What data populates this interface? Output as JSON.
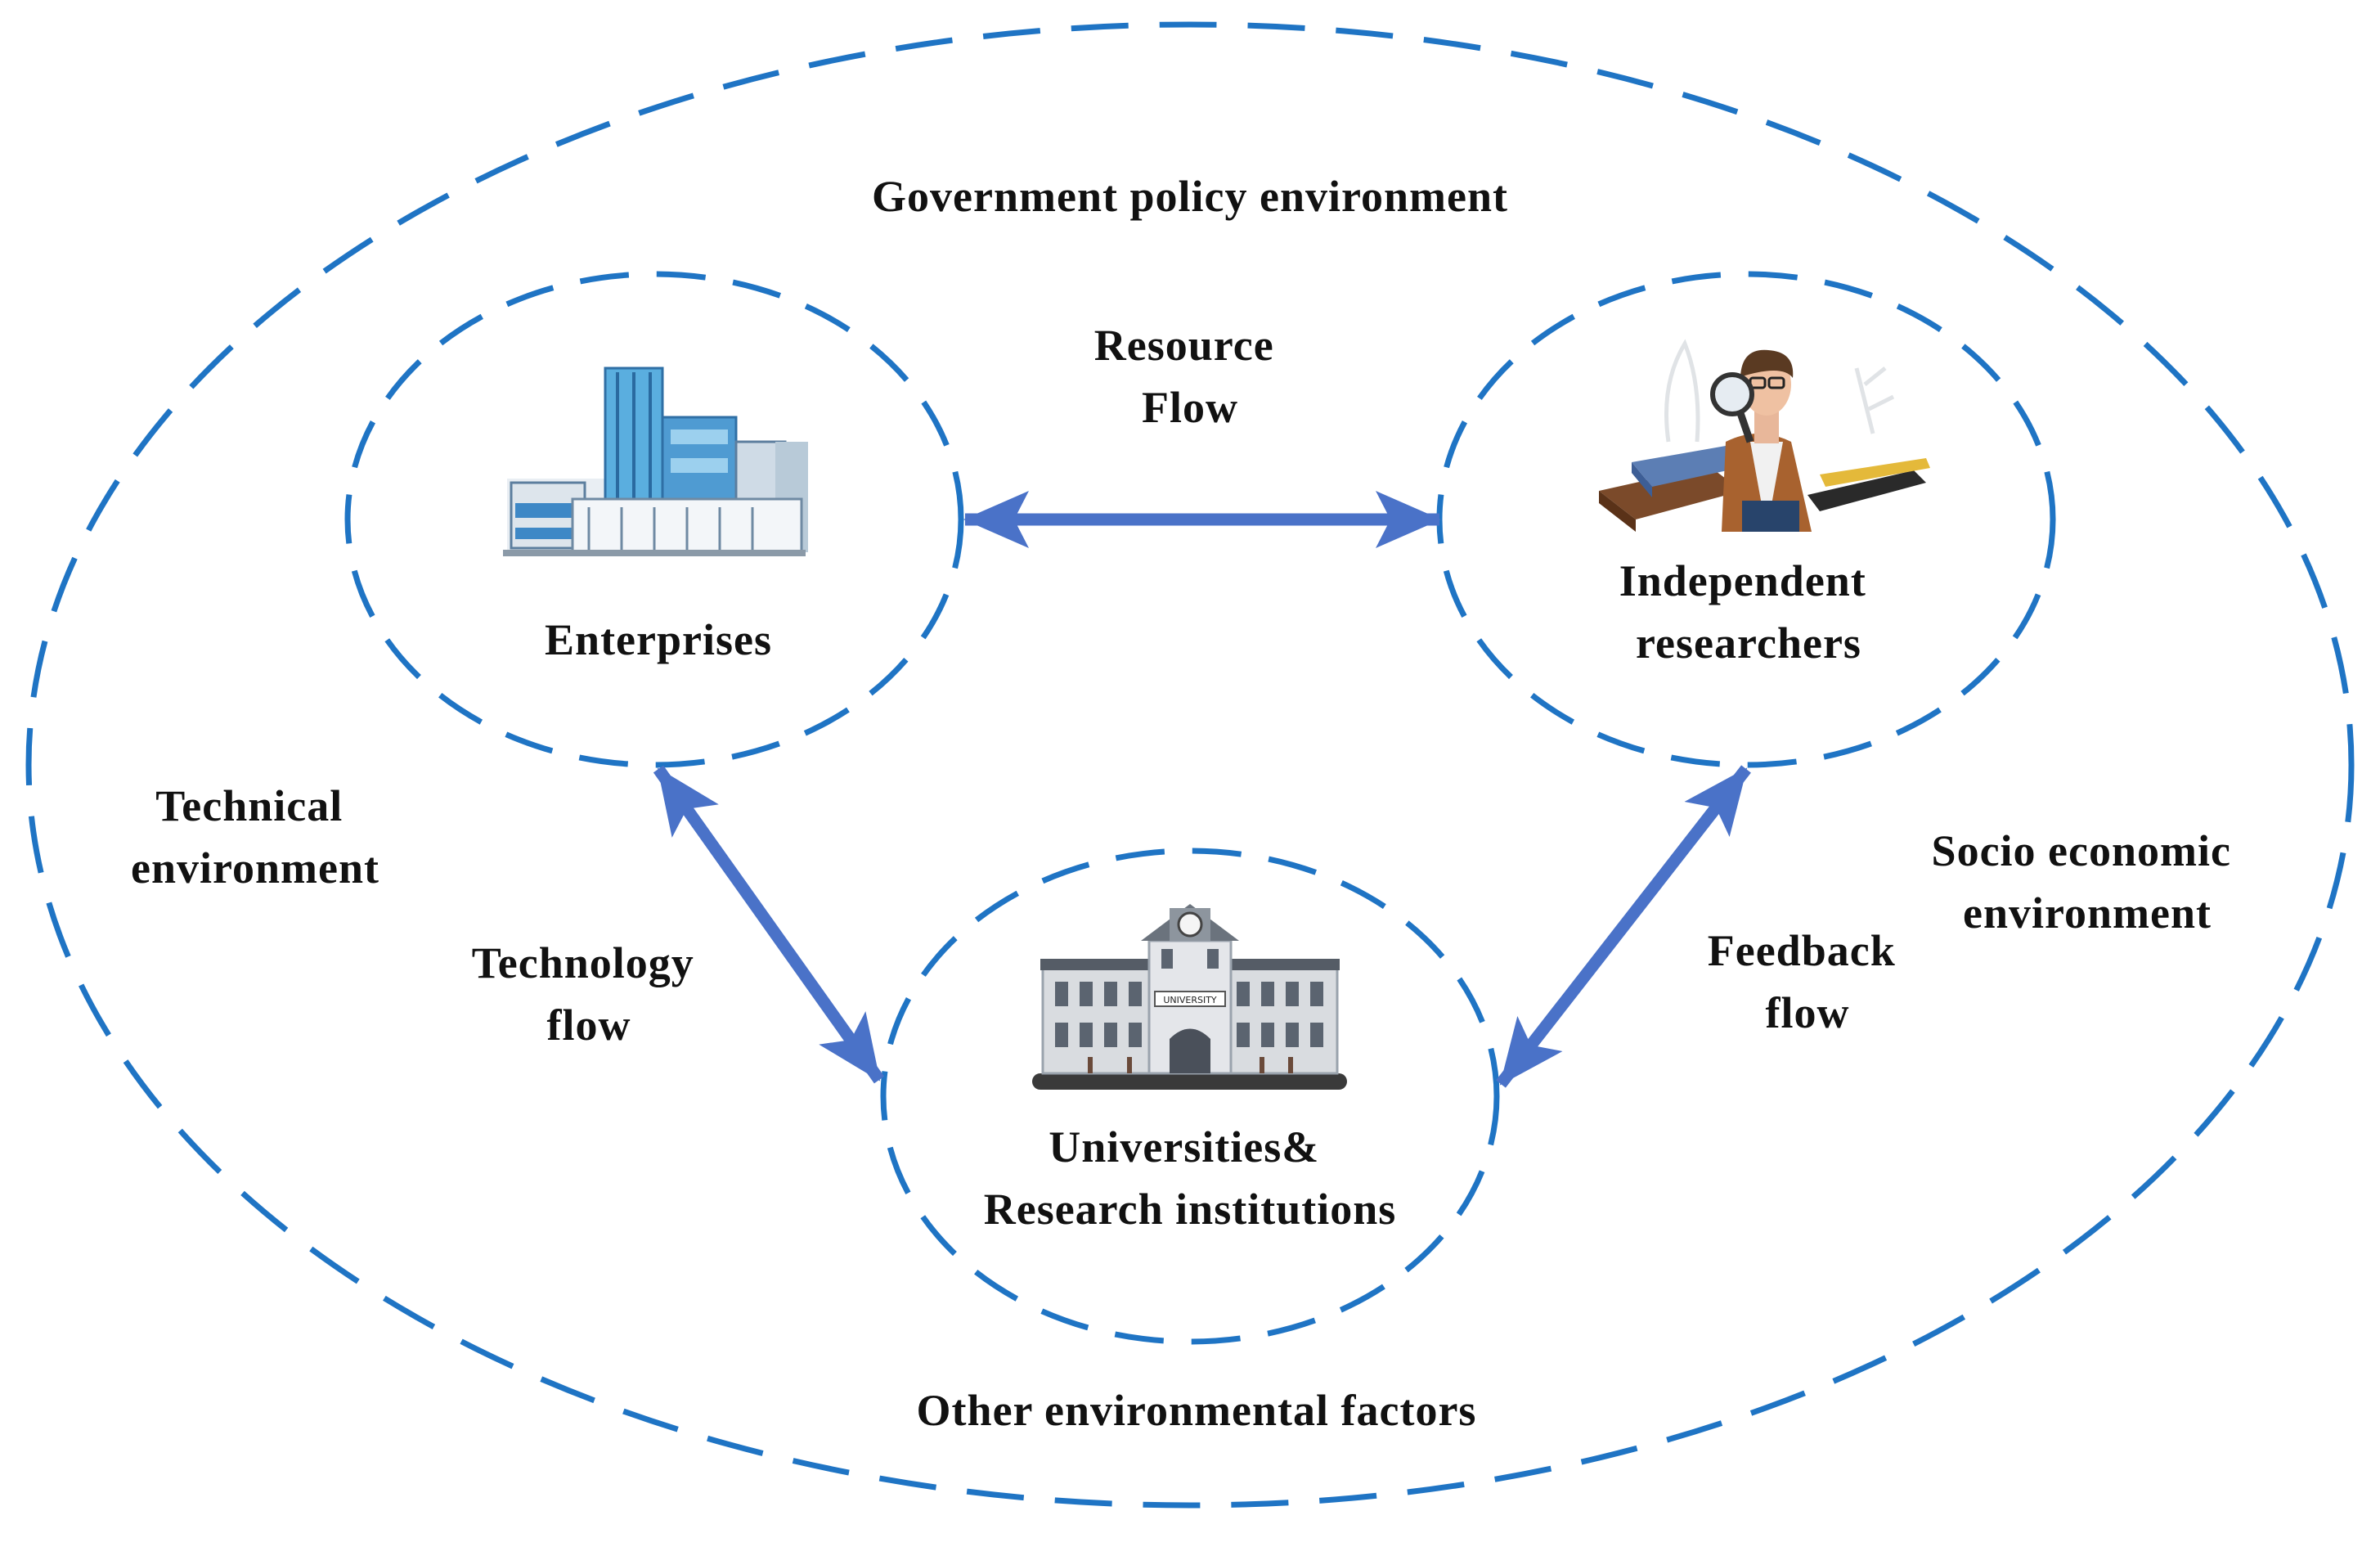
{
  "colors": {
    "dash_line": "#1f74c4",
    "arrow": "#4a72c8",
    "text": "#111111"
  },
  "environment": {
    "top": "Government policy environment",
    "left": [
      "Technical",
      "environment"
    ],
    "right": [
      "Socio economic",
      "environment"
    ],
    "bottom": "Other environmental factors"
  },
  "nodes": {
    "enterprises": {
      "label": [
        "Enterprises"
      ],
      "icon": "office-buildings-icon"
    },
    "researchers": {
      "label": [
        "Independent",
        "researchers"
      ],
      "icon": "researcher-with-books-icon"
    },
    "universities": {
      "label": [
        "Universities&",
        "Research institutions"
      ],
      "icon": "university-building-icon"
    }
  },
  "flows": {
    "resource": [
      "Resource",
      "Flow"
    ],
    "technology": [
      "Technology",
      "flow"
    ],
    "feedback": [
      "Feedback",
      "flow"
    ]
  },
  "university_sign": "UNIVERSITY"
}
